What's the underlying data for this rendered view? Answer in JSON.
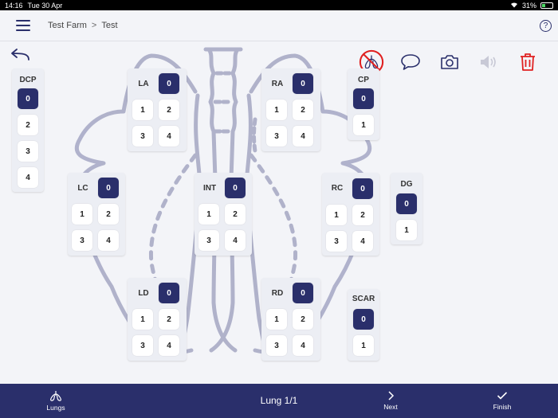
{
  "status_bar": {
    "time": "14:16",
    "date": "Tue 30 Apr",
    "battery": "31%"
  },
  "header": {
    "breadcrumb": [
      "Test Farm",
      "Test"
    ],
    "breadcrumb_separator": ">",
    "help_label": "?"
  },
  "toolbar": {
    "icons": [
      "no-lungs-icon",
      "comment-icon",
      "camera-icon",
      "speaker-icon",
      "trash-icon"
    ]
  },
  "colors": {
    "primary": "#2a2f6b",
    "danger": "#e02020",
    "background": "#f3f4f8",
    "card": "#eceef4",
    "diagram_stroke": "#a9abc6"
  },
  "sections": {
    "DCP": {
      "title": "DCP",
      "options": [
        "0",
        "2",
        "3",
        "4"
      ],
      "selected": "0"
    },
    "LA": {
      "title": "LA",
      "options": [
        "0",
        "1",
        "2",
        "3",
        "4"
      ],
      "selected": "0"
    },
    "RA": {
      "title": "RA",
      "options": [
        "0",
        "1",
        "2",
        "3",
        "4"
      ],
      "selected": "0"
    },
    "CP": {
      "title": "CP",
      "options": [
        "0",
        "1"
      ],
      "selected": "0"
    },
    "LC": {
      "title": "LC",
      "options": [
        "0",
        "1",
        "2",
        "3",
        "4"
      ],
      "selected": "0"
    },
    "INT": {
      "title": "INT",
      "options": [
        "0",
        "1",
        "2",
        "3",
        "4"
      ],
      "selected": "0"
    },
    "RC": {
      "title": "RC",
      "options": [
        "0",
        "1",
        "2",
        "3",
        "4"
      ],
      "selected": "0"
    },
    "DG": {
      "title": "DG",
      "options": [
        "0",
        "1"
      ],
      "selected": "0"
    },
    "LD": {
      "title": "LD",
      "options": [
        "0",
        "1",
        "2",
        "3",
        "4"
      ],
      "selected": "0"
    },
    "RD": {
      "title": "RD",
      "options": [
        "0",
        "1",
        "2",
        "3",
        "4"
      ],
      "selected": "0"
    },
    "SCAR": {
      "title": "SCAR",
      "options": [
        "0",
        "1"
      ],
      "selected": "0"
    }
  },
  "footer": {
    "lungs_label": "Lungs",
    "counter": "Lung 1/1",
    "next_label": "Next",
    "finish_label": "Finish"
  }
}
